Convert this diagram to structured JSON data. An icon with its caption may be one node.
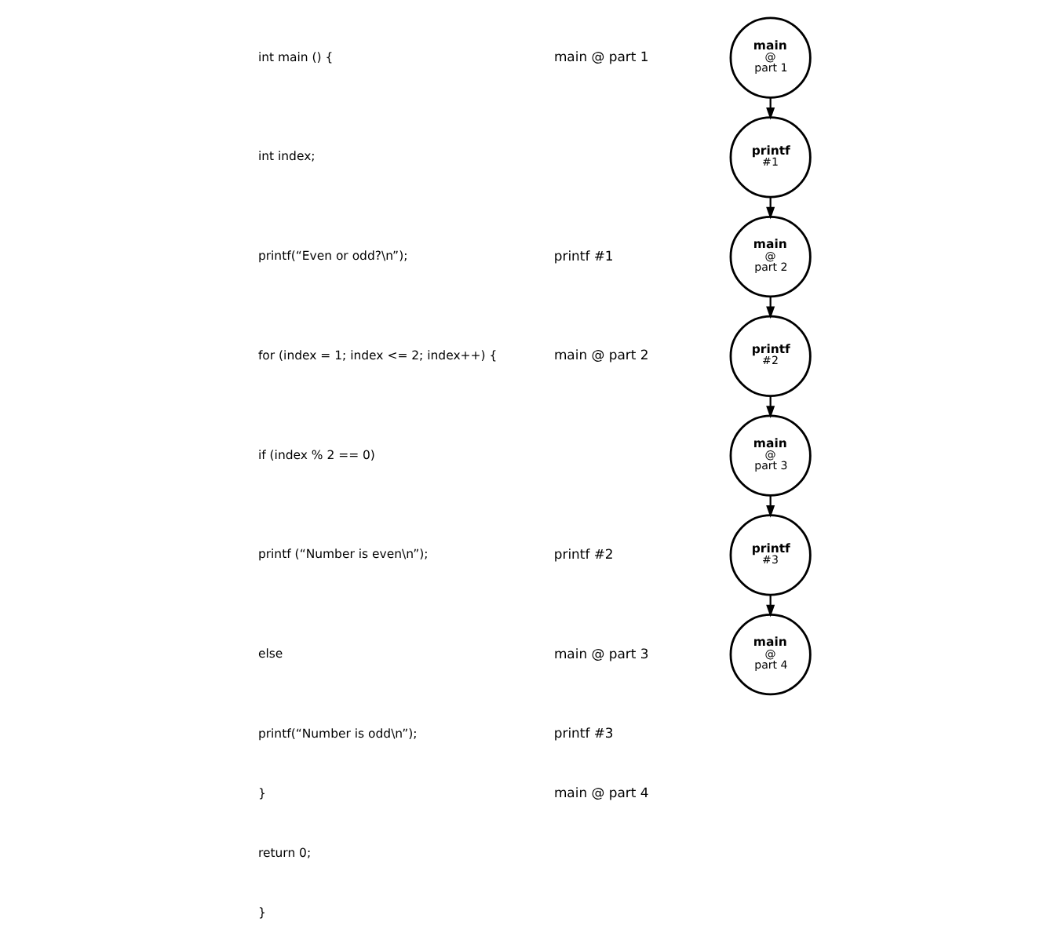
{
  "diagram": {
    "nodes": [
      {
        "text": [
          "main",
          "@",
          "part 1"
        ]
      },
      {
        "text": [
          "printf",
          "#1"
        ]
      },
      {
        "text": [
          "main",
          "@",
          "part 2"
        ]
      },
      {
        "text": [
          "printf",
          "#2"
        ]
      },
      {
        "text": [
          "main",
          "@",
          "part 3"
        ]
      },
      {
        "text": [
          "printf",
          "#3"
        ]
      },
      {
        "text": [
          "main",
          "@",
          "part 4"
        ]
      }
    ],
    "edges": [
      {
        "from": 0,
        "to": 1,
        "arrow": "to"
      },
      {
        "from": 1,
        "to": 2,
        "arrow": "to"
      },
      {
        "from": 2,
        "to": 3,
        "arrow": "to"
      },
      {
        "from": 3,
        "to": 4,
        "arrow": "to"
      },
      {
        "from": 4,
        "to": 5,
        "arrow": "to"
      },
      {
        "from": 5,
        "to": 6,
        "arrow": "to"
      }
    ],
    "labels": [
      "int main () {",
      "int index;",
      "main @ part 1",
      "printf(“Even or odd?\\n”);",
      "printf #1",
      "for (index = 1; index <= 2; index++) {",
      "main @ part 2",
      "if (index % 2 == 0)",
      "printf (“Number is even\\n”);",
      "printf #2",
      "else",
      "main @ part 3",
      "printf(“Number is odd\\n”);",
      "printf #3",
      "}",
      "main @ part 4",
      "return 0;",
      "}"
    ]
  }
}
